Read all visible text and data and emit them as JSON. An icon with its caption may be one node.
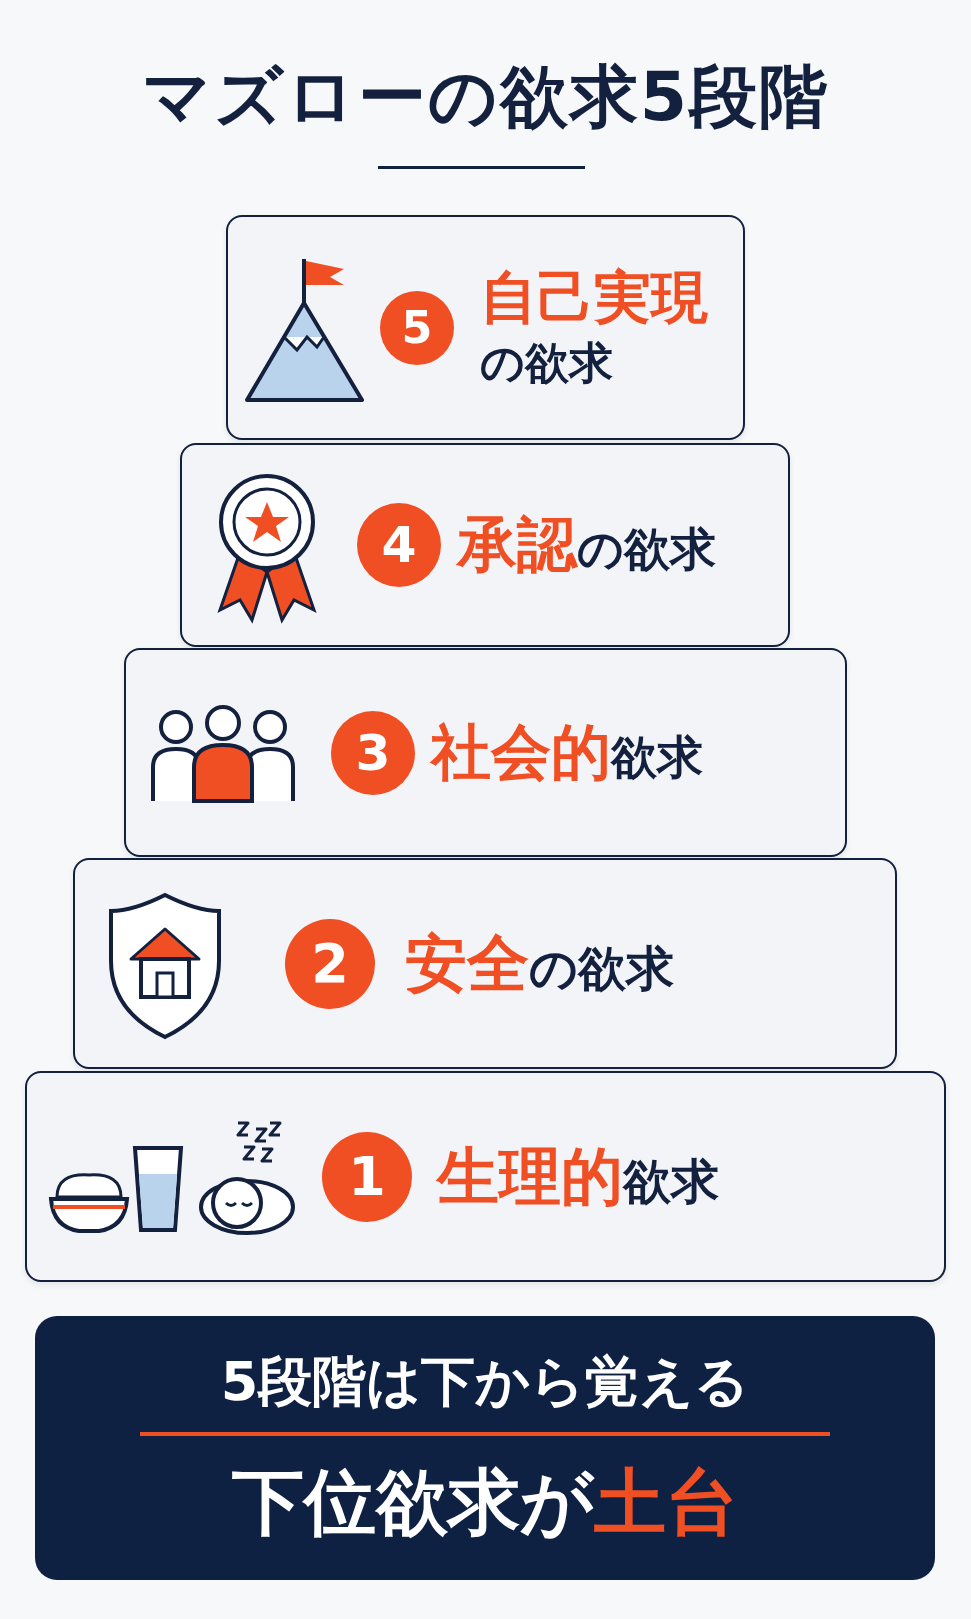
{
  "diagram": {
    "title": "マズローの欲求5段階",
    "nodes": [
      {
        "text": [
          "5",
          "**自己実現**の欲求"
        ]
      },
      {
        "text": [
          "4",
          "**承認**の欲求"
        ]
      },
      {
        "text": [
          "3",
          "**社会的**欲求"
        ]
      },
      {
        "text": [
          "2",
          "**安全**の欲求"
        ]
      },
      {
        "text": [
          "1",
          "**生理的**欲求"
        ]
      },
      {
        "text": [
          "5段階は下から覚える",
          "下位欲求が**土台**"
        ]
      }
    ],
    "edges": []
  }
}
